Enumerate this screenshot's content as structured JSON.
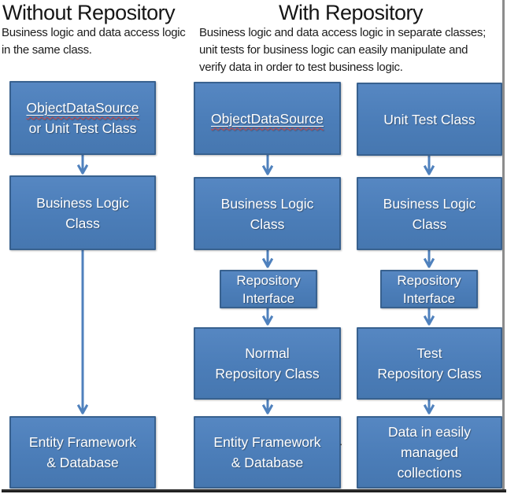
{
  "without": {
    "heading": "Without Repository",
    "description": "Business logic and data access logic\nin the same class.",
    "boxes": {
      "source": {
        "underlined": "ObjectDataSource",
        "rest": "or Unit Test Class"
      },
      "business": {
        "label": "Business Logic\nClass"
      },
      "data": {
        "label": "Entity Framework\n& Database"
      }
    }
  },
  "with": {
    "heading": "With Repository",
    "description": "Business logic and data access logic in separate classes;\nunit tests for business logic can easily manipulate and\nverify data in order to test business logic.",
    "normal_column": {
      "source": {
        "underlined": "ObjectDataSource"
      },
      "business": {
        "label": "Business Logic\nClass"
      },
      "interface": {
        "label": "Repository\nInterface"
      },
      "repository": {
        "label": "Normal\nRepository Class"
      },
      "data": {
        "label": "Entity Framework\n& Database"
      }
    },
    "test_column": {
      "source": {
        "label": "Unit Test Class"
      },
      "business": {
        "label": "Business Logic\nClass"
      },
      "interface": {
        "label": "Repository\nInterface"
      },
      "repository": {
        "label": "Test\nRepository Class"
      },
      "data": {
        "label": "Data in easily\nmanaged\ncollections"
      }
    }
  },
  "stray_mark": ".",
  "colors": {
    "box_fill": "#4f81bd",
    "box_border": "#38618f",
    "arrow": "#4f81bd",
    "box_text": "#ffffff",
    "heading_text": "#161616",
    "spellcheck_squiggle": "#cc4444"
  }
}
